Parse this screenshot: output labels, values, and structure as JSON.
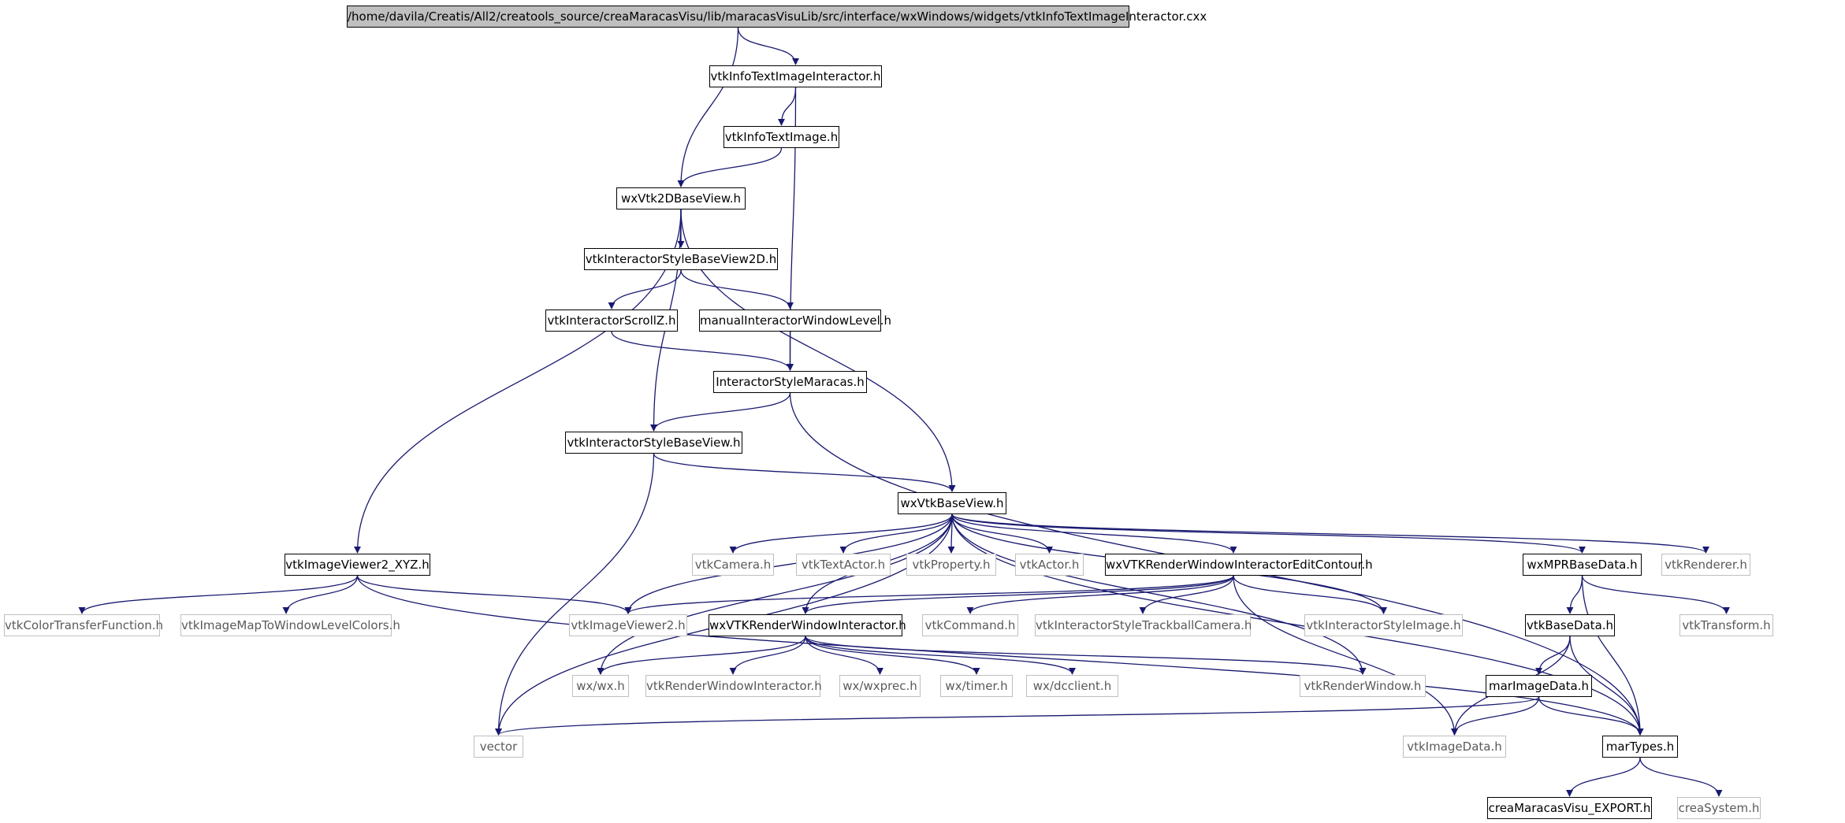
{
  "graph": {
    "colors": {
      "edge": "#191970",
      "border": "#000000",
      "external_border": "#bfbfbf",
      "root_fill": "#bfbfbf"
    },
    "nodes": [
      {
        "id": "root",
        "label": "/home/davila/Creatis/All2/creatools_source/creaMaracasVisu/lib/maracasVisuLib/src/interface/wxWindows/widgets/vtkInfoTextImageInteractor.cxx",
        "kind": "root"
      },
      {
        "id": "n_vtkInfoTextImageInteractor",
        "label": "vtkInfoTextImageInteractor.h",
        "kind": "documented"
      },
      {
        "id": "n_vtkInfoTextImage",
        "label": "vtkInfoTextImage.h",
        "kind": "documented"
      },
      {
        "id": "n_wxVtk2DBaseView",
        "label": "wxVtk2DBaseView.h",
        "kind": "documented"
      },
      {
        "id": "n_vtkInteractorStyleBaseView2D",
        "label": "vtkInteractorStyleBaseView2D.h",
        "kind": "documented"
      },
      {
        "id": "n_vtkInteractorScrollZ",
        "label": "vtkInteractorScrollZ.h",
        "kind": "documented"
      },
      {
        "id": "n_manualInteractorWindowLevel",
        "label": "manualInteractorWindowLevel.h",
        "kind": "documented"
      },
      {
        "id": "n_InteractorStyleMaracas",
        "label": "InteractorStyleMaracas.h",
        "kind": "documented"
      },
      {
        "id": "n_vtkInteractorStyleBaseView",
        "label": "vtkInteractorStyleBaseView.h",
        "kind": "documented"
      },
      {
        "id": "n_wxVtkBaseView",
        "label": "wxVtkBaseView.h",
        "kind": "documented"
      },
      {
        "id": "n_vtkImageViewer2_XYZ",
        "label": "vtkImageViewer2_XYZ.h",
        "kind": "documented"
      },
      {
        "id": "n_vtkColorTransferFunction",
        "label": "vtkColorTransferFunction.h",
        "kind": "external"
      },
      {
        "id": "n_vtkImageMapToWindowLevelColors",
        "label": "vtkImageMapToWindowLevelColors.h",
        "kind": "external"
      },
      {
        "id": "n_vtkImageViewer2",
        "label": "vtkImageViewer2.h",
        "kind": "external"
      },
      {
        "id": "n_vtkCamera",
        "label": "vtkCamera.h",
        "kind": "external"
      },
      {
        "id": "n_vtkTextActor",
        "label": "vtkTextActor.h",
        "kind": "external"
      },
      {
        "id": "n_vtkProperty",
        "label": "vtkProperty.h",
        "kind": "external"
      },
      {
        "id": "n_vtkActor",
        "label": "vtkActor.h",
        "kind": "external"
      },
      {
        "id": "n_wxVTKRenderWindowInteractorEditContour",
        "label": "wxVTKRenderWindowInteractorEditContour.h",
        "kind": "documented"
      },
      {
        "id": "n_wxMPRBaseData",
        "label": "wxMPRBaseData.h",
        "kind": "documented"
      },
      {
        "id": "n_vtkRenderer",
        "label": "vtkRenderer.h",
        "kind": "external"
      },
      {
        "id": "n_wxVTKRenderWindowInteractor",
        "label": "wxVTKRenderWindowInteractor.h",
        "kind": "documented"
      },
      {
        "id": "n_vtkCommand",
        "label": "vtkCommand.h",
        "kind": "external"
      },
      {
        "id": "n_vtkInteractorStyleTrackballCamera",
        "label": "vtkInteractorStyleTrackballCamera.h",
        "kind": "external"
      },
      {
        "id": "n_vtkInteractorStyleImage",
        "label": "vtkInteractorStyleImage.h",
        "kind": "external"
      },
      {
        "id": "n_vtkBaseData",
        "label": "vtkBaseData.h",
        "kind": "documented"
      },
      {
        "id": "n_vtkTransform",
        "label": "vtkTransform.h",
        "kind": "external"
      },
      {
        "id": "n_wx_wx",
        "label": "wx/wx.h",
        "kind": "external"
      },
      {
        "id": "n_vtkRenderWindowInteractor",
        "label": "vtkRenderWindowInteractor.h",
        "kind": "external"
      },
      {
        "id": "n_wx_wxprec",
        "label": "wx/wxprec.h",
        "kind": "external"
      },
      {
        "id": "n_wx_timer",
        "label": "wx/timer.h",
        "kind": "external"
      },
      {
        "id": "n_wx_dcclient",
        "label": "wx/dcclient.h",
        "kind": "external"
      },
      {
        "id": "n_vtkRenderWindow",
        "label": "vtkRenderWindow.h",
        "kind": "external"
      },
      {
        "id": "n_marImageData",
        "label": "marImageData.h",
        "kind": "documented"
      },
      {
        "id": "n_vector",
        "label": "vector",
        "kind": "external"
      },
      {
        "id": "n_vtkImageData",
        "label": "vtkImageData.h",
        "kind": "external"
      },
      {
        "id": "n_marTypes",
        "label": "marTypes.h",
        "kind": "documented"
      },
      {
        "id": "n_creaMaracasVisu_EXPORT",
        "label": "creaMaracasVisu_EXPORT.h",
        "kind": "documented"
      },
      {
        "id": "n_creaSystem",
        "label": "creaSystem.h",
        "kind": "external"
      }
    ],
    "edges": [
      [
        "root",
        "n_vtkInfoTextImageInteractor"
      ],
      [
        "root",
        "n_wxVtk2DBaseView"
      ],
      [
        "n_vtkInfoTextImageInteractor",
        "n_vtkInfoTextImage"
      ],
      [
        "n_vtkInfoTextImageInteractor",
        "n_InteractorStyleMaracas"
      ],
      [
        "n_vtkInfoTextImage",
        "n_wxVtk2DBaseView"
      ],
      [
        "n_wxVtk2DBaseView",
        "n_vtkInteractorStyleBaseView2D"
      ],
      [
        "n_wxVtk2DBaseView",
        "n_vtkInteractorStyleBaseView"
      ],
      [
        "n_wxVtk2DBaseView",
        "n_wxVtkBaseView"
      ],
      [
        "n_wxVtk2DBaseView",
        "n_vtkImageViewer2_XYZ"
      ],
      [
        "n_vtkInteractorStyleBaseView2D",
        "n_vtkInteractorScrollZ"
      ],
      [
        "n_vtkInteractorStyleBaseView2D",
        "n_manualInteractorWindowLevel"
      ],
      [
        "n_vtkInteractorScrollZ",
        "n_InteractorStyleMaracas"
      ],
      [
        "n_manualInteractorWindowLevel",
        "n_InteractorStyleMaracas"
      ],
      [
        "n_InteractorStyleMaracas",
        "n_vtkInteractorStyleBaseView"
      ],
      [
        "n_InteractorStyleMaracas",
        "n_marTypes"
      ],
      [
        "n_vtkInteractorStyleBaseView",
        "n_wxVtkBaseView"
      ],
      [
        "n_vtkInteractorStyleBaseView",
        "n_vector"
      ],
      [
        "n_vtkImageViewer2_XYZ",
        "n_vtkColorTransferFunction"
      ],
      [
        "n_vtkImageViewer2_XYZ",
        "n_vtkImageMapToWindowLevelColors"
      ],
      [
        "n_vtkImageViewer2_XYZ",
        "n_vtkImageViewer2"
      ],
      [
        "n_vtkImageViewer2_XYZ",
        "n_marTypes"
      ],
      [
        "n_wxVtkBaseView",
        "n_vtkCamera"
      ],
      [
        "n_wxVtkBaseView",
        "n_vtkTextActor"
      ],
      [
        "n_wxVtkBaseView",
        "n_vtkProperty"
      ],
      [
        "n_wxVtkBaseView",
        "n_vtkActor"
      ],
      [
        "n_wxVtkBaseView",
        "n_wxVTKRenderWindowInteractorEditContour"
      ],
      [
        "n_wxVtkBaseView",
        "n_wxMPRBaseData"
      ],
      [
        "n_wxVtkBaseView",
        "n_vtkRenderer"
      ],
      [
        "n_wxVtkBaseView",
        "n_vtkImageViewer2"
      ],
      [
        "n_wxVtkBaseView",
        "n_wxVTKRenderWindowInteractor"
      ],
      [
        "n_wxVtkBaseView",
        "n_wx_wx"
      ],
      [
        "n_wxVtkBaseView",
        "n_vector"
      ],
      [
        "n_wxVtkBaseView",
        "n_vtkInteractorStyleImage"
      ],
      [
        "n_wxVtkBaseView",
        "n_vtkRenderWindow"
      ],
      [
        "n_wxVtkBaseView",
        "n_marTypes"
      ],
      [
        "n_wxVTKRenderWindowInteractorEditContour",
        "n_vtkImageViewer2"
      ],
      [
        "n_wxVTKRenderWindowInteractorEditContour",
        "n_wxVTKRenderWindowInteractor"
      ],
      [
        "n_wxVTKRenderWindowInteractorEditContour",
        "n_vtkCommand"
      ],
      [
        "n_wxVTKRenderWindowInteractorEditContour",
        "n_vtkInteractorStyleTrackballCamera"
      ],
      [
        "n_wxVTKRenderWindowInteractorEditContour",
        "n_vtkInteractorStyleImage"
      ],
      [
        "n_wxVTKRenderWindowInteractorEditContour",
        "n_vtkImageData"
      ],
      [
        "n_wxVTKRenderWindowInteractor",
        "n_wx_wx"
      ],
      [
        "n_wxVTKRenderWindowInteractor",
        "n_vtkRenderWindowInteractor"
      ],
      [
        "n_wxVTKRenderWindowInteractor",
        "n_wx_wxprec"
      ],
      [
        "n_wxVTKRenderWindowInteractor",
        "n_wx_timer"
      ],
      [
        "n_wxVTKRenderWindowInteractor",
        "n_wx_dcclient"
      ],
      [
        "n_wxVTKRenderWindowInteractor",
        "n_vtkRenderWindow"
      ],
      [
        "n_wxMPRBaseData",
        "n_vtkBaseData"
      ],
      [
        "n_wxMPRBaseData",
        "n_vtkTransform"
      ],
      [
        "n_wxMPRBaseData",
        "n_marTypes"
      ],
      [
        "n_vtkBaseData",
        "n_marImageData"
      ],
      [
        "n_vtkBaseData",
        "n_vtkImageData"
      ],
      [
        "n_vtkBaseData",
        "n_marTypes"
      ],
      [
        "n_marImageData",
        "n_vector"
      ],
      [
        "n_marImageData",
        "n_vtkImageData"
      ],
      [
        "n_marImageData",
        "n_marTypes"
      ],
      [
        "n_marTypes",
        "n_creaMaracasVisu_EXPORT"
      ],
      [
        "n_marTypes",
        "n_creaSystem"
      ]
    ]
  }
}
